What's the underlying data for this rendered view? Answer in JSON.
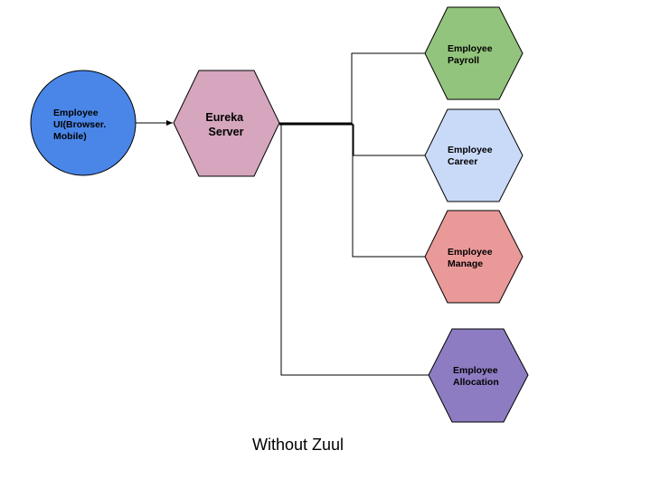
{
  "caption": "Without Zuul",
  "nodes": {
    "client": {
      "lines": [
        "Employee",
        "UI(Browser.",
        "Mobile)"
      ],
      "color": "#4a86e8",
      "shape": "circle"
    },
    "eureka": {
      "lines": [
        "Eureka",
        "Server"
      ],
      "color": "#d5a6bd",
      "shape": "hexagon"
    },
    "payroll": {
      "lines": [
        "Employee",
        "Payroll"
      ],
      "color": "#93c47d",
      "shape": "hexagon"
    },
    "career": {
      "lines": [
        "Employee",
        "Career"
      ],
      "color": "#c9daf8",
      "shape": "hexagon"
    },
    "manage": {
      "lines": [
        "Employee",
        "Manage"
      ],
      "color": "#ea9999",
      "shape": "hexagon"
    },
    "allocation": {
      "lines": [
        "Employee",
        "Allocation"
      ],
      "color": "#8e7cc3",
      "shape": "hexagon"
    }
  },
  "edges": [
    {
      "from": "client",
      "to": "eureka",
      "arrow": true
    },
    {
      "from": "eureka",
      "to": "payroll",
      "arrow": false
    },
    {
      "from": "eureka",
      "to": "career",
      "arrow": false
    },
    {
      "from": "eureka",
      "to": "manage",
      "arrow": false
    },
    {
      "from": "eureka",
      "to": "allocation",
      "arrow": false
    }
  ]
}
